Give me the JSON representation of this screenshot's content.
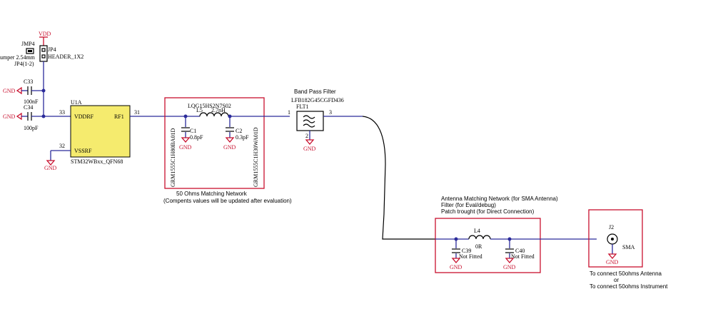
{
  "power": {
    "vdd": "VDD",
    "gnd": "GND"
  },
  "jumper": {
    "ref": "JMP4",
    "desc": "umper 2.54mm",
    "pins": "JP4(1-2)",
    "hdr_ref": "JP4",
    "hdr_val": "HEADER_1X2"
  },
  "caps_left": {
    "c33_ref": "C33",
    "c33_val": "100nF",
    "c34_ref": "C34",
    "c34_val": "100pF"
  },
  "ic": {
    "ref": "U1A",
    "part": "STM32WBxx_QFN68",
    "pin_vddrf": "VDDRF",
    "pin_rf1": "RF1",
    "pin_vssrf": "VSSRF",
    "n33": "33",
    "n32": "32",
    "n31": "31"
  },
  "matching": {
    "inductor_part": "LQG15HS2N7S02",
    "l5_ref": "L5",
    "l5_val": "2.7nH",
    "c1_ref": "C1",
    "c1_val": "0.8pF",
    "c1_part": "GRM1555C1H80BA01D",
    "c2_ref": "C2",
    "c2_val": "0.3pF",
    "c2_part": "GRM1555C1H30WA01D",
    "title": "50 Ohms Matching Network",
    "note": "(Compents values will be updated after evaluation)"
  },
  "filter": {
    "title": "Band Pass Filter",
    "part": "LFB182G45CGFD436",
    "ref": "FLT1",
    "p1": "1",
    "p2": "2",
    "p3": "3"
  },
  "antenna_net": {
    "line1": "Antenna Matching Network (for SMA Antenna)",
    "line2": "Filter (for Eval/debug)",
    "line3": "Patch trought (for Direct Connection)",
    "l4_ref": "L4",
    "l4_val": "0R",
    "c39_ref": "C39",
    "c39_val": "Not Fitted",
    "c40_ref": "C40",
    "c40_val": "Not Fitted"
  },
  "connector": {
    "ref": "J2",
    "name": "SMA",
    "note1": "To connect 50ohms Antenna",
    "note2": "or",
    "note3": "To connect 50ohms Instrument"
  },
  "colors": {
    "wire": "#2b2b9a",
    "frame": "#c8102e",
    "ic_fill": "#f5eb6e",
    "power": "#c8102e"
  }
}
